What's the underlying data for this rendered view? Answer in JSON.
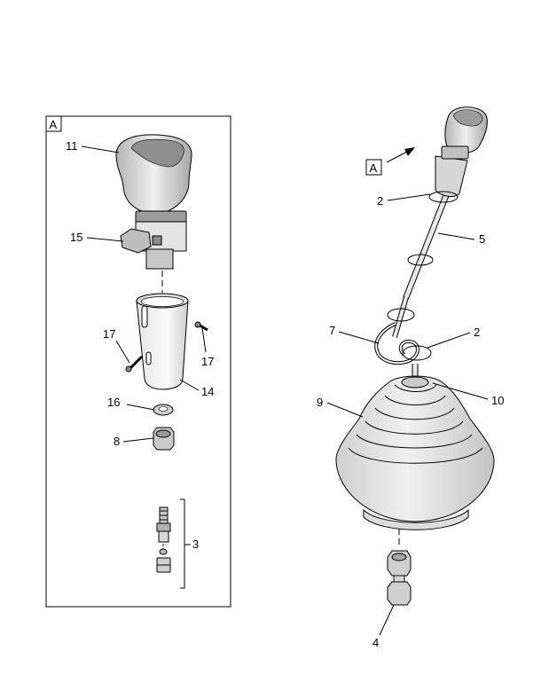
{
  "view_marker": "A",
  "callouts": {
    "c11": "11",
    "c15": "15",
    "c17a": "17",
    "c17b": "17",
    "c14": "14",
    "c16": "16",
    "c8": "8",
    "c3": "3",
    "c2a": "2",
    "c5": "5",
    "c7": "7",
    "c2b": "2",
    "c10": "10",
    "c9": "9",
    "c4": "4"
  },
  "colors": {
    "line": "#000000",
    "fill_light": "#f2f2f2",
    "fill_mid": "#d9d9d9",
    "fill_dark": "#b8b8b8"
  }
}
